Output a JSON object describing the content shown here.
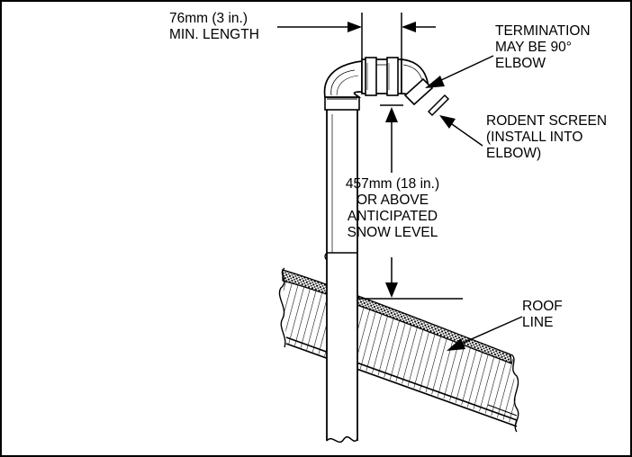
{
  "labels": {
    "min_length": [
      "76mm (3 in.)",
      "MIN. LENGTH"
    ],
    "termination": [
      "TERMINATION",
      "MAY BE 90°",
      "ELBOW"
    ],
    "rodent_screen": [
      "RODENT SCREEN",
      "(INSTALL INTO",
      "ELBOW)"
    ],
    "snow_level": [
      "457mm (18 in.)",
      "OR ABOVE",
      "ANTICIPATED",
      "SNOW LEVEL"
    ],
    "roof_line": [
      "ROOF",
      "LINE"
    ]
  },
  "colors": {
    "line": "#000000",
    "background": "#ffffff"
  }
}
